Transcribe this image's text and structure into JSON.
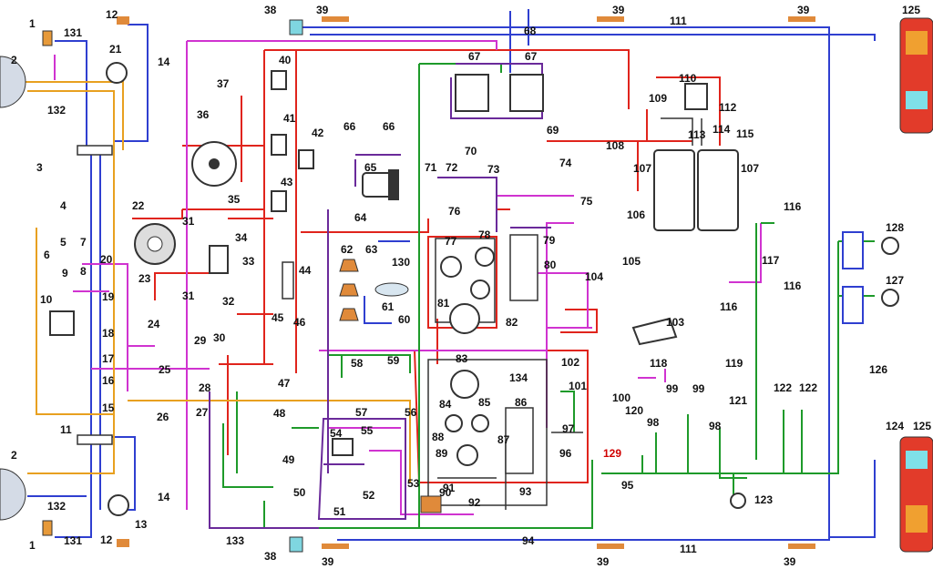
{
  "labels": [
    {
      "t": "1"
    },
    {
      "t": "131"
    },
    {
      "t": "12"
    },
    {
      "t": "21"
    },
    {
      "t": "14"
    },
    {
      "t": "2"
    },
    {
      "t": "132"
    },
    {
      "t": "3"
    },
    {
      "t": "4"
    },
    {
      "t": "5"
    },
    {
      "t": "7"
    },
    {
      "t": "6"
    },
    {
      "t": "9"
    },
    {
      "t": "8"
    },
    {
      "t": "10"
    },
    {
      "t": "19"
    },
    {
      "t": "18"
    },
    {
      "t": "17"
    },
    {
      "t": "16"
    },
    {
      "t": "15"
    },
    {
      "t": "11"
    },
    {
      "t": "2"
    },
    {
      "t": "132"
    },
    {
      "t": "13"
    },
    {
      "t": "14"
    },
    {
      "t": "1"
    },
    {
      "t": "131"
    },
    {
      "t": "12"
    },
    {
      "t": "38"
    },
    {
      "t": "39"
    },
    {
      "t": "68"
    },
    {
      "t": "39"
    },
    {
      "t": "111"
    },
    {
      "t": "39"
    },
    {
      "t": "125"
    },
    {
      "t": "40"
    },
    {
      "t": "37"
    },
    {
      "t": "36"
    },
    {
      "t": "41"
    },
    {
      "t": "42"
    },
    {
      "t": "43"
    },
    {
      "t": "66"
    },
    {
      "t": "66"
    },
    {
      "t": "65"
    },
    {
      "t": "67"
    },
    {
      "t": "67"
    },
    {
      "t": "69"
    },
    {
      "t": "70"
    },
    {
      "t": "71"
    },
    {
      "t": "72"
    },
    {
      "t": "73"
    },
    {
      "t": "74"
    },
    {
      "t": "110"
    },
    {
      "t": "109"
    },
    {
      "t": "112"
    },
    {
      "t": "113"
    },
    {
      "t": "114"
    },
    {
      "t": "115"
    },
    {
      "t": "108"
    },
    {
      "t": "107"
    },
    {
      "t": "107"
    },
    {
      "t": "106"
    },
    {
      "t": "22"
    },
    {
      "t": "35"
    },
    {
      "t": "31"
    },
    {
      "t": "34"
    },
    {
      "t": "20"
    },
    {
      "t": "23"
    },
    {
      "t": "33"
    },
    {
      "t": "44"
    },
    {
      "t": "31"
    },
    {
      "t": "32"
    },
    {
      "t": "45"
    },
    {
      "t": "24"
    },
    {
      "t": "29"
    },
    {
      "t": "30"
    },
    {
      "t": "46"
    },
    {
      "t": "25"
    },
    {
      "t": "28"
    },
    {
      "t": "26"
    },
    {
      "t": "27"
    },
    {
      "t": "47"
    },
    {
      "t": "64"
    },
    {
      "t": "62"
    },
    {
      "t": "63"
    },
    {
      "t": "130"
    },
    {
      "t": "61"
    },
    {
      "t": "60"
    },
    {
      "t": "76"
    },
    {
      "t": "77"
    },
    {
      "t": "78"
    },
    {
      "t": "75"
    },
    {
      "t": "79"
    },
    {
      "t": "80"
    },
    {
      "t": "81"
    },
    {
      "t": "82"
    },
    {
      "t": "104"
    },
    {
      "t": "105"
    },
    {
      "t": "103"
    },
    {
      "t": "116"
    },
    {
      "t": "117"
    },
    {
      "t": "116"
    },
    {
      "t": "116"
    },
    {
      "t": "128"
    },
    {
      "t": "127"
    },
    {
      "t": "58"
    },
    {
      "t": "59"
    },
    {
      "t": "83"
    },
    {
      "t": "134"
    },
    {
      "t": "102"
    },
    {
      "t": "101"
    },
    {
      "t": "100"
    },
    {
      "t": "118"
    },
    {
      "t": "119"
    },
    {
      "t": "99"
    },
    {
      "t": "99"
    },
    {
      "t": "121"
    },
    {
      "t": "122"
    },
    {
      "t": "122"
    },
    {
      "t": "126"
    },
    {
      "t": "120"
    },
    {
      "t": "98"
    },
    {
      "t": "98"
    },
    {
      "t": "84"
    },
    {
      "t": "85"
    },
    {
      "t": "86"
    },
    {
      "t": "97"
    },
    {
      "t": "88"
    },
    {
      "t": "87"
    },
    {
      "t": "89"
    },
    {
      "t": "96"
    },
    {
      "t": "129",
      "red": true
    },
    {
      "t": "124"
    },
    {
      "t": "125"
    },
    {
      "t": "57"
    },
    {
      "t": "56"
    },
    {
      "t": "54"
    },
    {
      "t": "55"
    },
    {
      "t": "48"
    },
    {
      "t": "49"
    },
    {
      "t": "50"
    },
    {
      "t": "53"
    },
    {
      "t": "52"
    },
    {
      "t": "51"
    },
    {
      "t": "90"
    },
    {
      "t": "91"
    },
    {
      "t": "92"
    },
    {
      "t": "93"
    },
    {
      "t": "95"
    },
    {
      "t": "123"
    },
    {
      "t": "133"
    },
    {
      "t": "94"
    },
    {
      "t": "38"
    },
    {
      "t": "39"
    },
    {
      "t": "39"
    },
    {
      "t": "111"
    },
    {
      "t": "39"
    }
  ]
}
